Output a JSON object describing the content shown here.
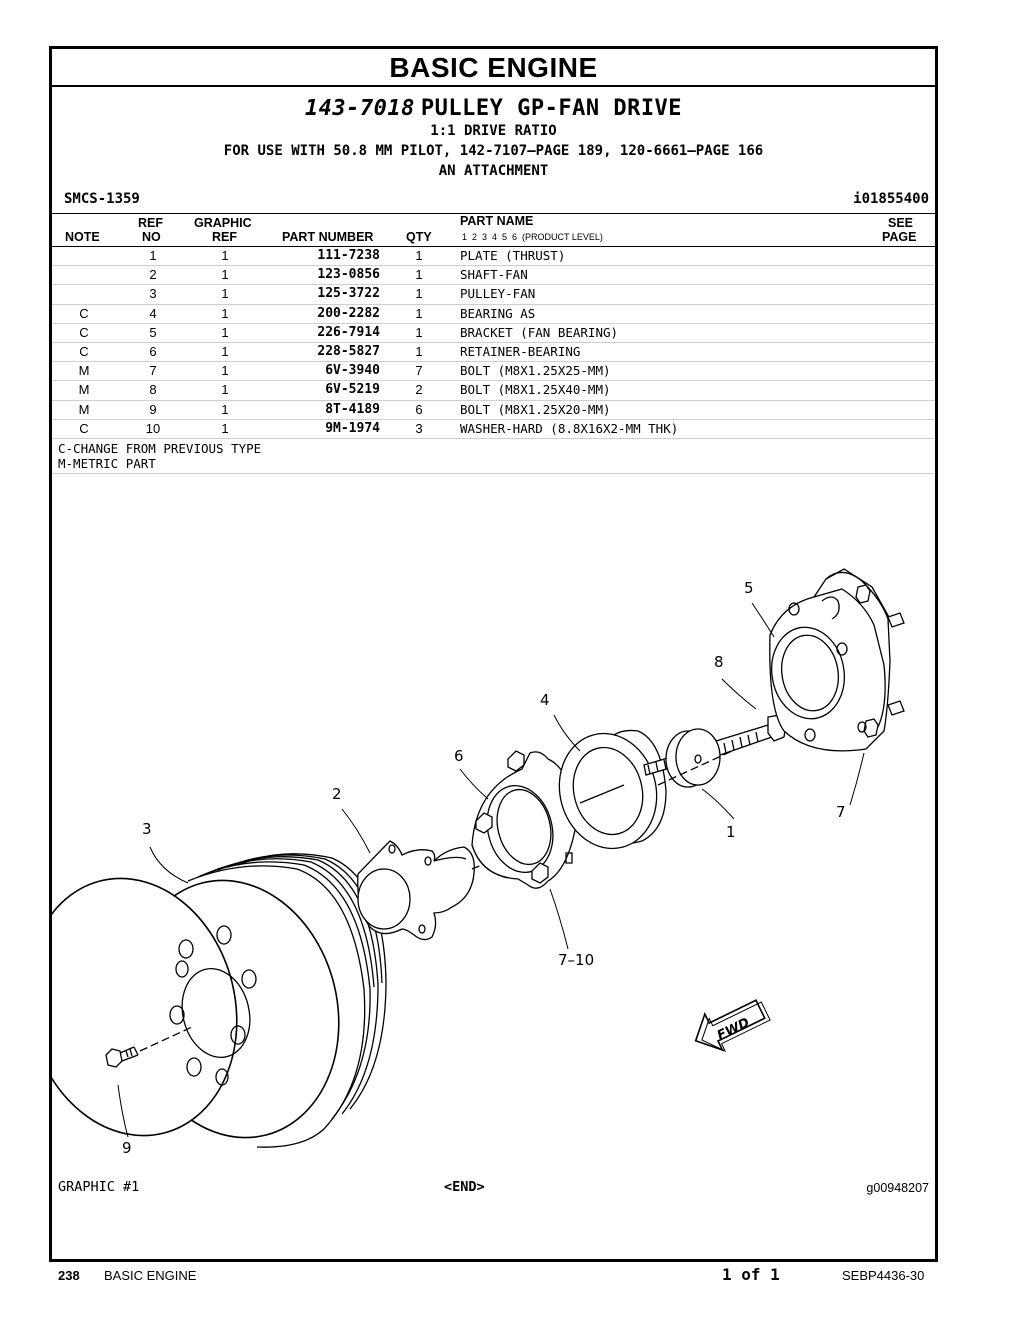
{
  "section_title": "BASIC ENGINE",
  "heading": {
    "part_number": "143-7018",
    "title": "PULLEY GP-FAN DRIVE",
    "line1": "1:1 DRIVE RATIO",
    "line2": "FOR USE WITH 50.8 MM PILOT, 142-7107—PAGE 189, 120-6661—PAGE 166",
    "line3": "AN ATTACHMENT"
  },
  "smcs": "SMCS-1359",
  "illustration_id": "i01855400",
  "table": {
    "headers": {
      "note": "NOTE",
      "ref_top": "REF",
      "ref_bottom": "NO",
      "graphic_top": "GRAPHIC",
      "graphic_bottom": "REF",
      "part_number": "PART NUMBER",
      "qty": "QTY",
      "part_name": "PART NAME",
      "product_level": "1  2  3  4  5  6  (PRODUCT LEVEL)",
      "see_top": "SEE",
      "see_bottom": "PAGE"
    },
    "rows": [
      {
        "note": "",
        "ref": "1",
        "graphic": "1",
        "part_number": "111-7238",
        "qty": "1",
        "name": "PLATE (THRUST)"
      },
      {
        "note": "",
        "ref": "2",
        "graphic": "1",
        "part_number": "123-0856",
        "qty": "1",
        "name": "SHAFT-FAN"
      },
      {
        "note": "",
        "ref": "3",
        "graphic": "1",
        "part_number": "125-3722",
        "qty": "1",
        "name": "PULLEY-FAN"
      },
      {
        "note": "C",
        "ref": "4",
        "graphic": "1",
        "part_number": "200-2282",
        "qty": "1",
        "name": "BEARING AS"
      },
      {
        "note": "C",
        "ref": "5",
        "graphic": "1",
        "part_number": "226-7914",
        "qty": "1",
        "name": "BRACKET (FAN BEARING)"
      },
      {
        "note": "C",
        "ref": "6",
        "graphic": "1",
        "part_number": "228-5827",
        "qty": "1",
        "name": "RETAINER-BEARING"
      },
      {
        "note": "M",
        "ref": "7",
        "graphic": "1",
        "part_number": "6V-3940",
        "qty": "7",
        "name": "BOLT (M8X1.25X25-MM)"
      },
      {
        "note": "M",
        "ref": "8",
        "graphic": "1",
        "part_number": "6V-5219",
        "qty": "2",
        "name": "BOLT (M8X1.25X40-MM)"
      },
      {
        "note": "M",
        "ref": "9",
        "graphic": "1",
        "part_number": "8T-4189",
        "qty": "6",
        "name": "BOLT (M8X1.25X20-MM)"
      },
      {
        "note": "C",
        "ref": "10",
        "graphic": "1",
        "part_number": "9M-1974",
        "qty": "3",
        "name": "WASHER-HARD (8.8X16X2-MM THK)"
      }
    ]
  },
  "notes": [
    "C-CHANGE FROM PREVIOUS TYPE",
    "M-METRIC PART"
  ],
  "callouts": {
    "c1": "1",
    "c2": "2",
    "c3": "3",
    "c4": "4",
    "c5": "5",
    "c6": "6",
    "c7": "7",
    "c8": "8",
    "c9": "9",
    "c710": "7–10",
    "fwd": "FWD"
  },
  "footer": {
    "graphic_label": "GRAPHIC #1",
    "end_marker": "<END>",
    "graphic_id": "g00948207",
    "page_number": "238",
    "section": "BASIC ENGINE",
    "page_of": "1 of 1",
    "doc_id": "SEBP4436-30"
  }
}
